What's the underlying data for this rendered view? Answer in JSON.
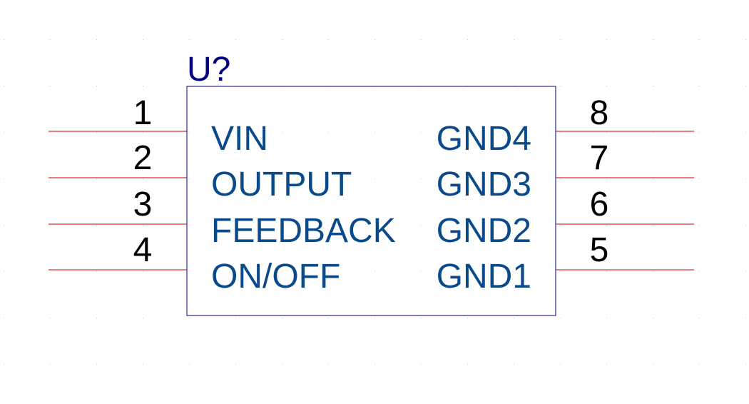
{
  "component": {
    "designator": "U?",
    "colors": {
      "body_outline": "#000080",
      "designator": "#000080",
      "pin_line": "#cc0000",
      "pin_number": "#000000",
      "pin_name": "#0b4a8a",
      "grid": "#c8c8c8",
      "background": "#ffffff"
    },
    "left_pins": [
      {
        "number": "1",
        "name": "VIN"
      },
      {
        "number": "2",
        "name": "OUTPUT"
      },
      {
        "number": "3",
        "name": "FEEDBACK"
      },
      {
        "number": "4",
        "name": "ON/OFF"
      }
    ],
    "right_pins": [
      {
        "number": "8",
        "name": "GND4"
      },
      {
        "number": "7",
        "name": "GND3"
      },
      {
        "number": "6",
        "name": "GND2"
      },
      {
        "number": "5",
        "name": "GND1"
      }
    ]
  }
}
